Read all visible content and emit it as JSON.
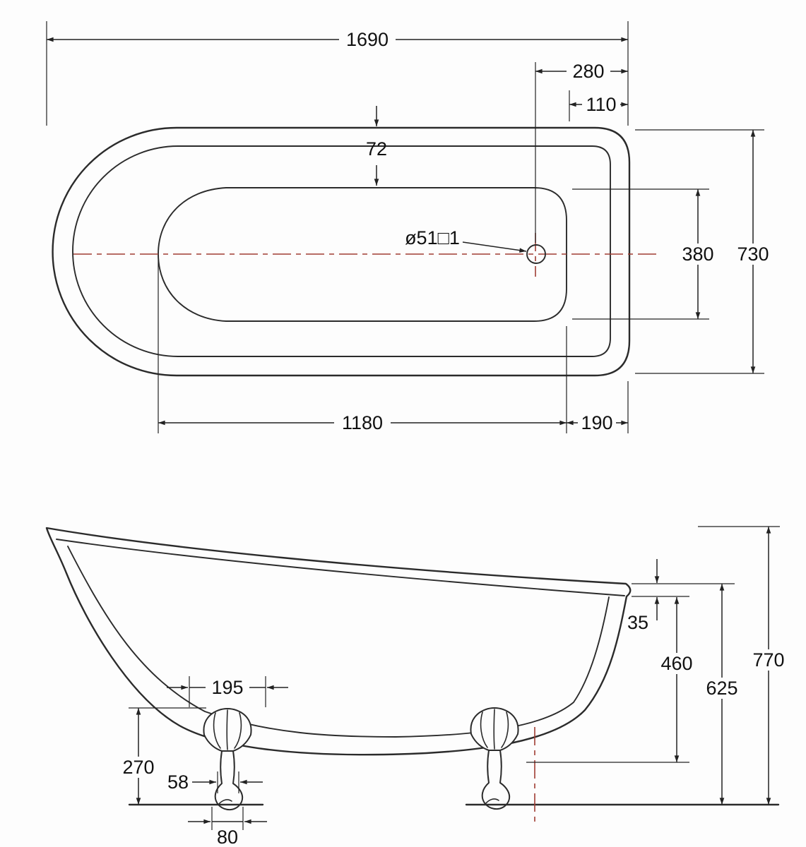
{
  "top_view": {
    "overall_length": "1690",
    "drain_offset": "280",
    "edge_offset": "110",
    "rim_gap": "72",
    "drain_label": "ø51□1",
    "inner_width": "380",
    "overall_width": "730",
    "inner_length": "1180",
    "end_gap": "190"
  },
  "side_view": {
    "rim_thickness": "35",
    "inner_depth": "460",
    "rim_height": "625",
    "overall_height": "770",
    "foot_span": "195",
    "foot_height": "270",
    "ankle_width": "58",
    "claw_width": "80"
  },
  "colors": {
    "line": "#2b2b2b",
    "centerline": "#a03d33",
    "text": "#111111",
    "background": "#fdfdfd"
  }
}
